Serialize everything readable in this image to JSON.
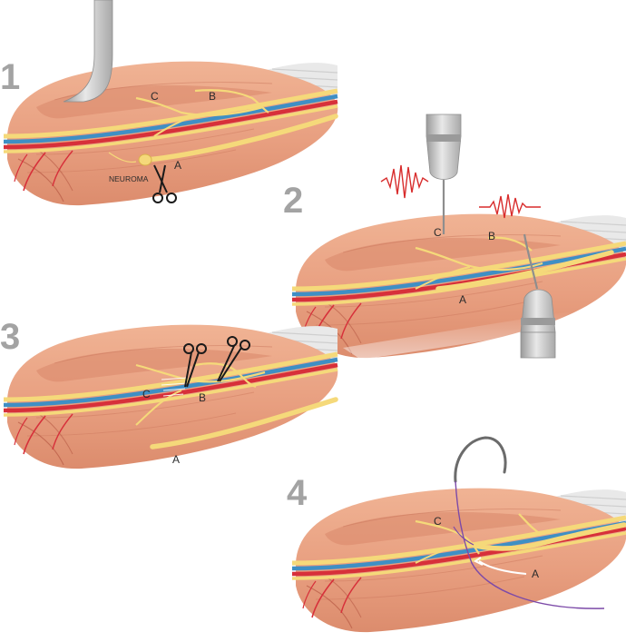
{
  "colors": {
    "skin": "#e9a183",
    "skin_dark": "#d38466",
    "skin_light": "#f2b89c",
    "nerve": "#f5d97a",
    "nerve_dark": "#d9b24a",
    "artery": "#d7303a",
    "vein": "#3f8fc4",
    "wave": "#d82c2c",
    "tool": "#bdbdbd",
    "suture": "#7c4aa8"
  },
  "panels": [
    {
      "number": "1",
      "labels": {
        "c": "C",
        "b": "B",
        "a": "A",
        "neuroma": "NEUROMA"
      }
    },
    {
      "number": "2",
      "labels": {
        "c": "C",
        "b": "B",
        "a": "A"
      }
    },
    {
      "number": "3",
      "labels": {
        "c": "C",
        "b": "B",
        "a": "A"
      }
    },
    {
      "number": "4",
      "labels": {
        "c": "C",
        "a": "A"
      }
    }
  ]
}
